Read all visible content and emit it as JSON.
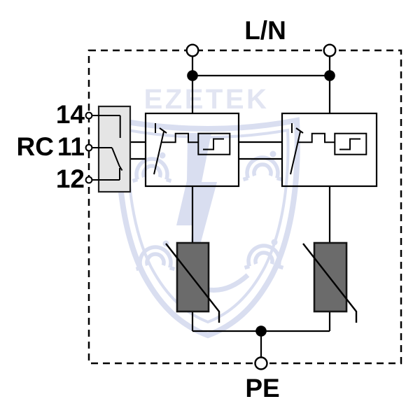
{
  "watermark": {
    "brand_text": "EZETEK"
  },
  "labels": {
    "top_bus": "L/N",
    "bottom_bus": "PE",
    "rc_group": "RC",
    "terminal_14": "14",
    "terminal_11": "11",
    "terminal_12": "12"
  },
  "colors": {
    "line": "#000000",
    "background": "#ffffff",
    "watermark_text": "#e2e5f2",
    "watermark_shape": "#d9def0",
    "varistor_fill": "#6b6b6b",
    "varistor_border": "#161616",
    "rc_box_fill": "#e5e5e5",
    "rc_box_border": "#222222"
  }
}
